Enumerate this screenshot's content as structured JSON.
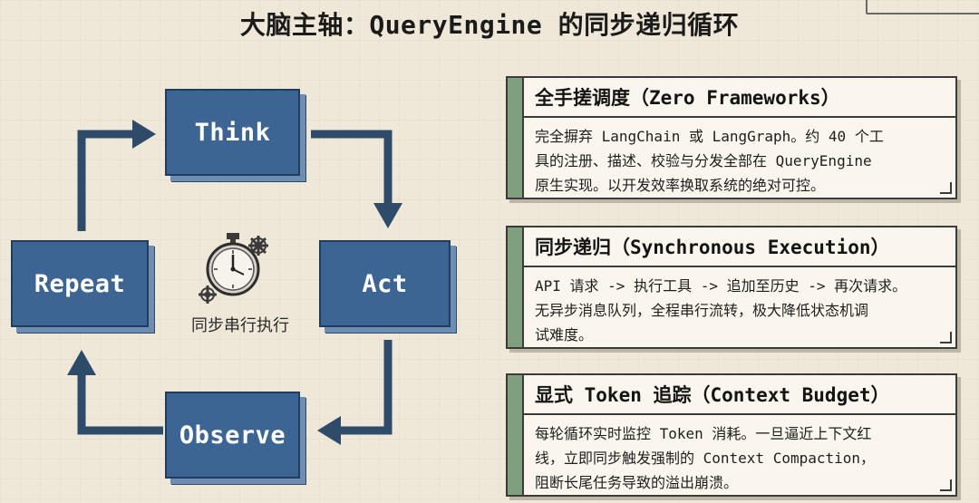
{
  "title": "大脑主轴：QueryEngine 的同步递归循环",
  "cycle": {
    "nodes": {
      "think": "Think",
      "act": "Act",
      "observe": "Observe",
      "repeat": "Repeat"
    },
    "center_label": "同步串行执行",
    "center_icon": "stopwatch-gears-icon"
  },
  "cards": [
    {
      "heading": "全手搓调度（Zero Frameworks）",
      "lines": [
        "完全摒弃 LangChain 或 LangGraph。约 40 个工",
        "具的注册、描述、校验与分发全部在 QueryEngine",
        "原生实现。以开发效率换取系统的绝对可控。"
      ]
    },
    {
      "heading": "同步递归（Synchronous Execution）",
      "lines": [
        "API 请求 -> 执行工具 -> 追加至历史 -> 再次请求。",
        "无异步消息队列，全程串行流转，极大降低状态机调",
        "试难度。"
      ]
    },
    {
      "heading": "显式 Token 追踪（Context Budget）",
      "lines": [
        "每轮循环实时监控 Token 消耗。一旦逼近上下文红",
        "线，立即同步触发强制的 Context Compaction，",
        "阻断长尾任务导致的溢出崩溃。"
      ]
    }
  ],
  "colors": {
    "background": "#efe8d9",
    "node_fill": "#3d6593",
    "arrow": "#2f4b6a",
    "card_accent": "#7ea07f"
  }
}
